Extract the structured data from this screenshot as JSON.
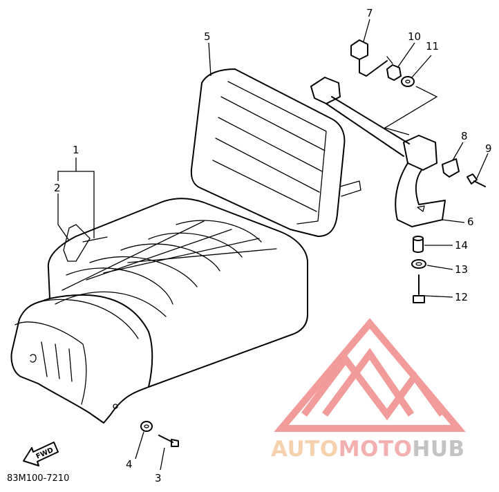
{
  "diagram": {
    "callouts": [
      {
        "id": "1",
        "text": "1"
      },
      {
        "id": "2",
        "text": "2"
      },
      {
        "id": "3",
        "text": "3"
      },
      {
        "id": "4",
        "text": "4"
      },
      {
        "id": "5",
        "text": "5"
      },
      {
        "id": "6",
        "text": "6"
      },
      {
        "id": "7",
        "text": "7"
      },
      {
        "id": "8",
        "text": "8"
      },
      {
        "id": "9",
        "text": "9"
      },
      {
        "id": "10",
        "text": "10"
      },
      {
        "id": "11",
        "text": "11"
      },
      {
        "id": "12",
        "text": "12"
      },
      {
        "id": "13",
        "text": "13"
      },
      {
        "id": "14",
        "text": "14"
      }
    ],
    "diagram_code": "83M100-7210",
    "fwd_label": "FWD"
  },
  "watermark": {
    "word_part1": "AUTO",
    "word_part2": "MOTO",
    "word_part3": "HUB",
    "color_part1": "#f5c9a0",
    "color_part2": "#f2a3a3",
    "color_part3": "#b9b9b9",
    "triangle_color": "#f08a8a"
  }
}
